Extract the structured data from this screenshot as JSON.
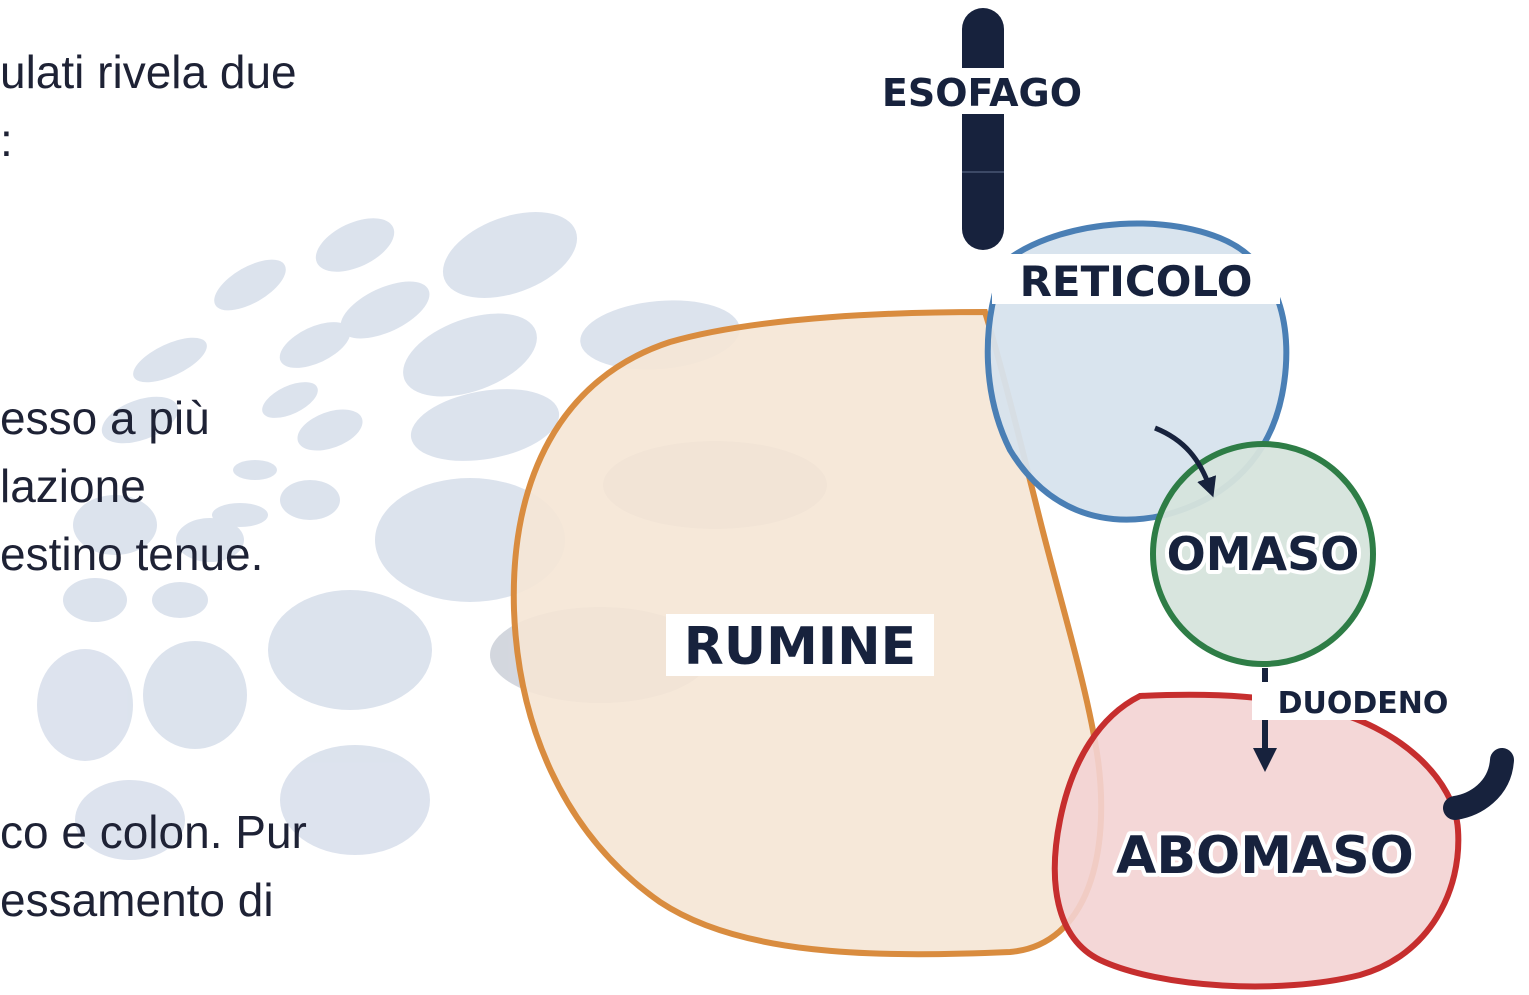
{
  "text_fragments": {
    "block1": [
      "ulati rivela due",
      ":"
    ],
    "block2": [
      "esso a più",
      "lazione",
      "estino tenue."
    ],
    "block3": [
      "co e colon. Pur",
      "essamento di"
    ]
  },
  "diagram": {
    "labels": {
      "esofago": "ESOFAGO",
      "reticolo": "RETICOLO",
      "omaso": "OMASO",
      "duodeno": "DUODENO",
      "rumine": "RUMINE",
      "abomaso": "ABOMASO"
    },
    "colors": {
      "rumine_stroke": "#d98c3f",
      "rumine_fill": "#f5e5d5",
      "reticolo_stroke": "#4a7fb5",
      "reticolo_fill": "#d7e3ed",
      "omaso_stroke": "#2e7d46",
      "omaso_fill": "#d6e4dc",
      "abomaso_stroke": "#c62e2e",
      "abomaso_fill": "#f3d3d3",
      "tube": "#17223d",
      "decor_dots": "#d5dceb"
    }
  }
}
